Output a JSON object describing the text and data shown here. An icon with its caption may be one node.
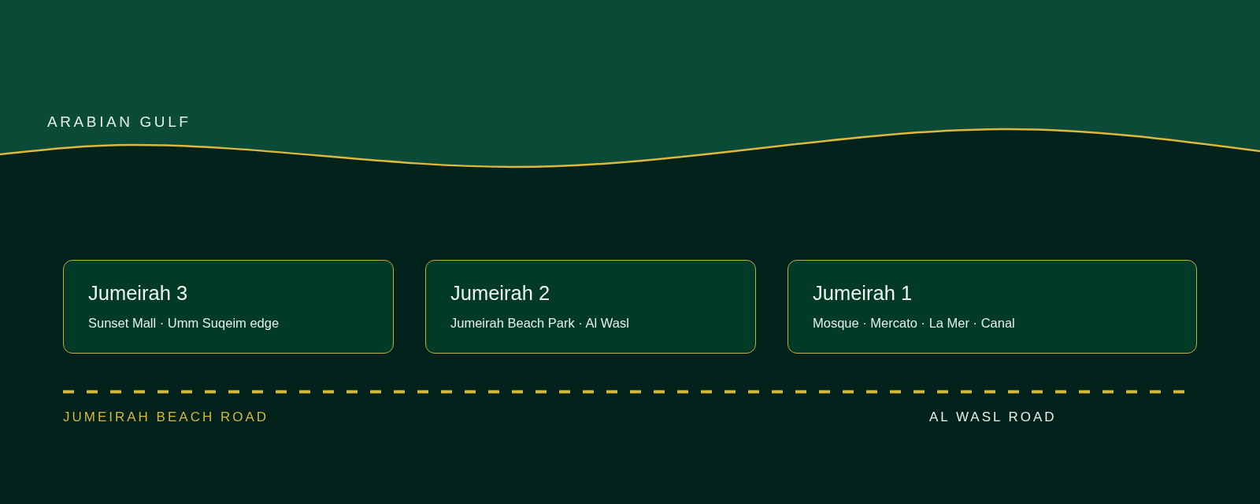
{
  "diagram": {
    "nodes": [
      {
        "text": [
          "ARABIAN GULF"
        ]
      },
      {
        "text": [
          "Jumeirah 3",
          "Sunset Mall · Umm Suqeim edge"
        ]
      },
      {
        "text": [
          "Jumeirah 2",
          "Jumeirah Beach Park · Al Wasl"
        ]
      },
      {
        "text": [
          "Jumeirah 1",
          "Mosque · Mercato · La Mer · Canal"
        ]
      }
    ],
    "labels": [
      "JUMEIRAH BEACH ROAD",
      "AL WASL ROAD"
    ]
  }
}
